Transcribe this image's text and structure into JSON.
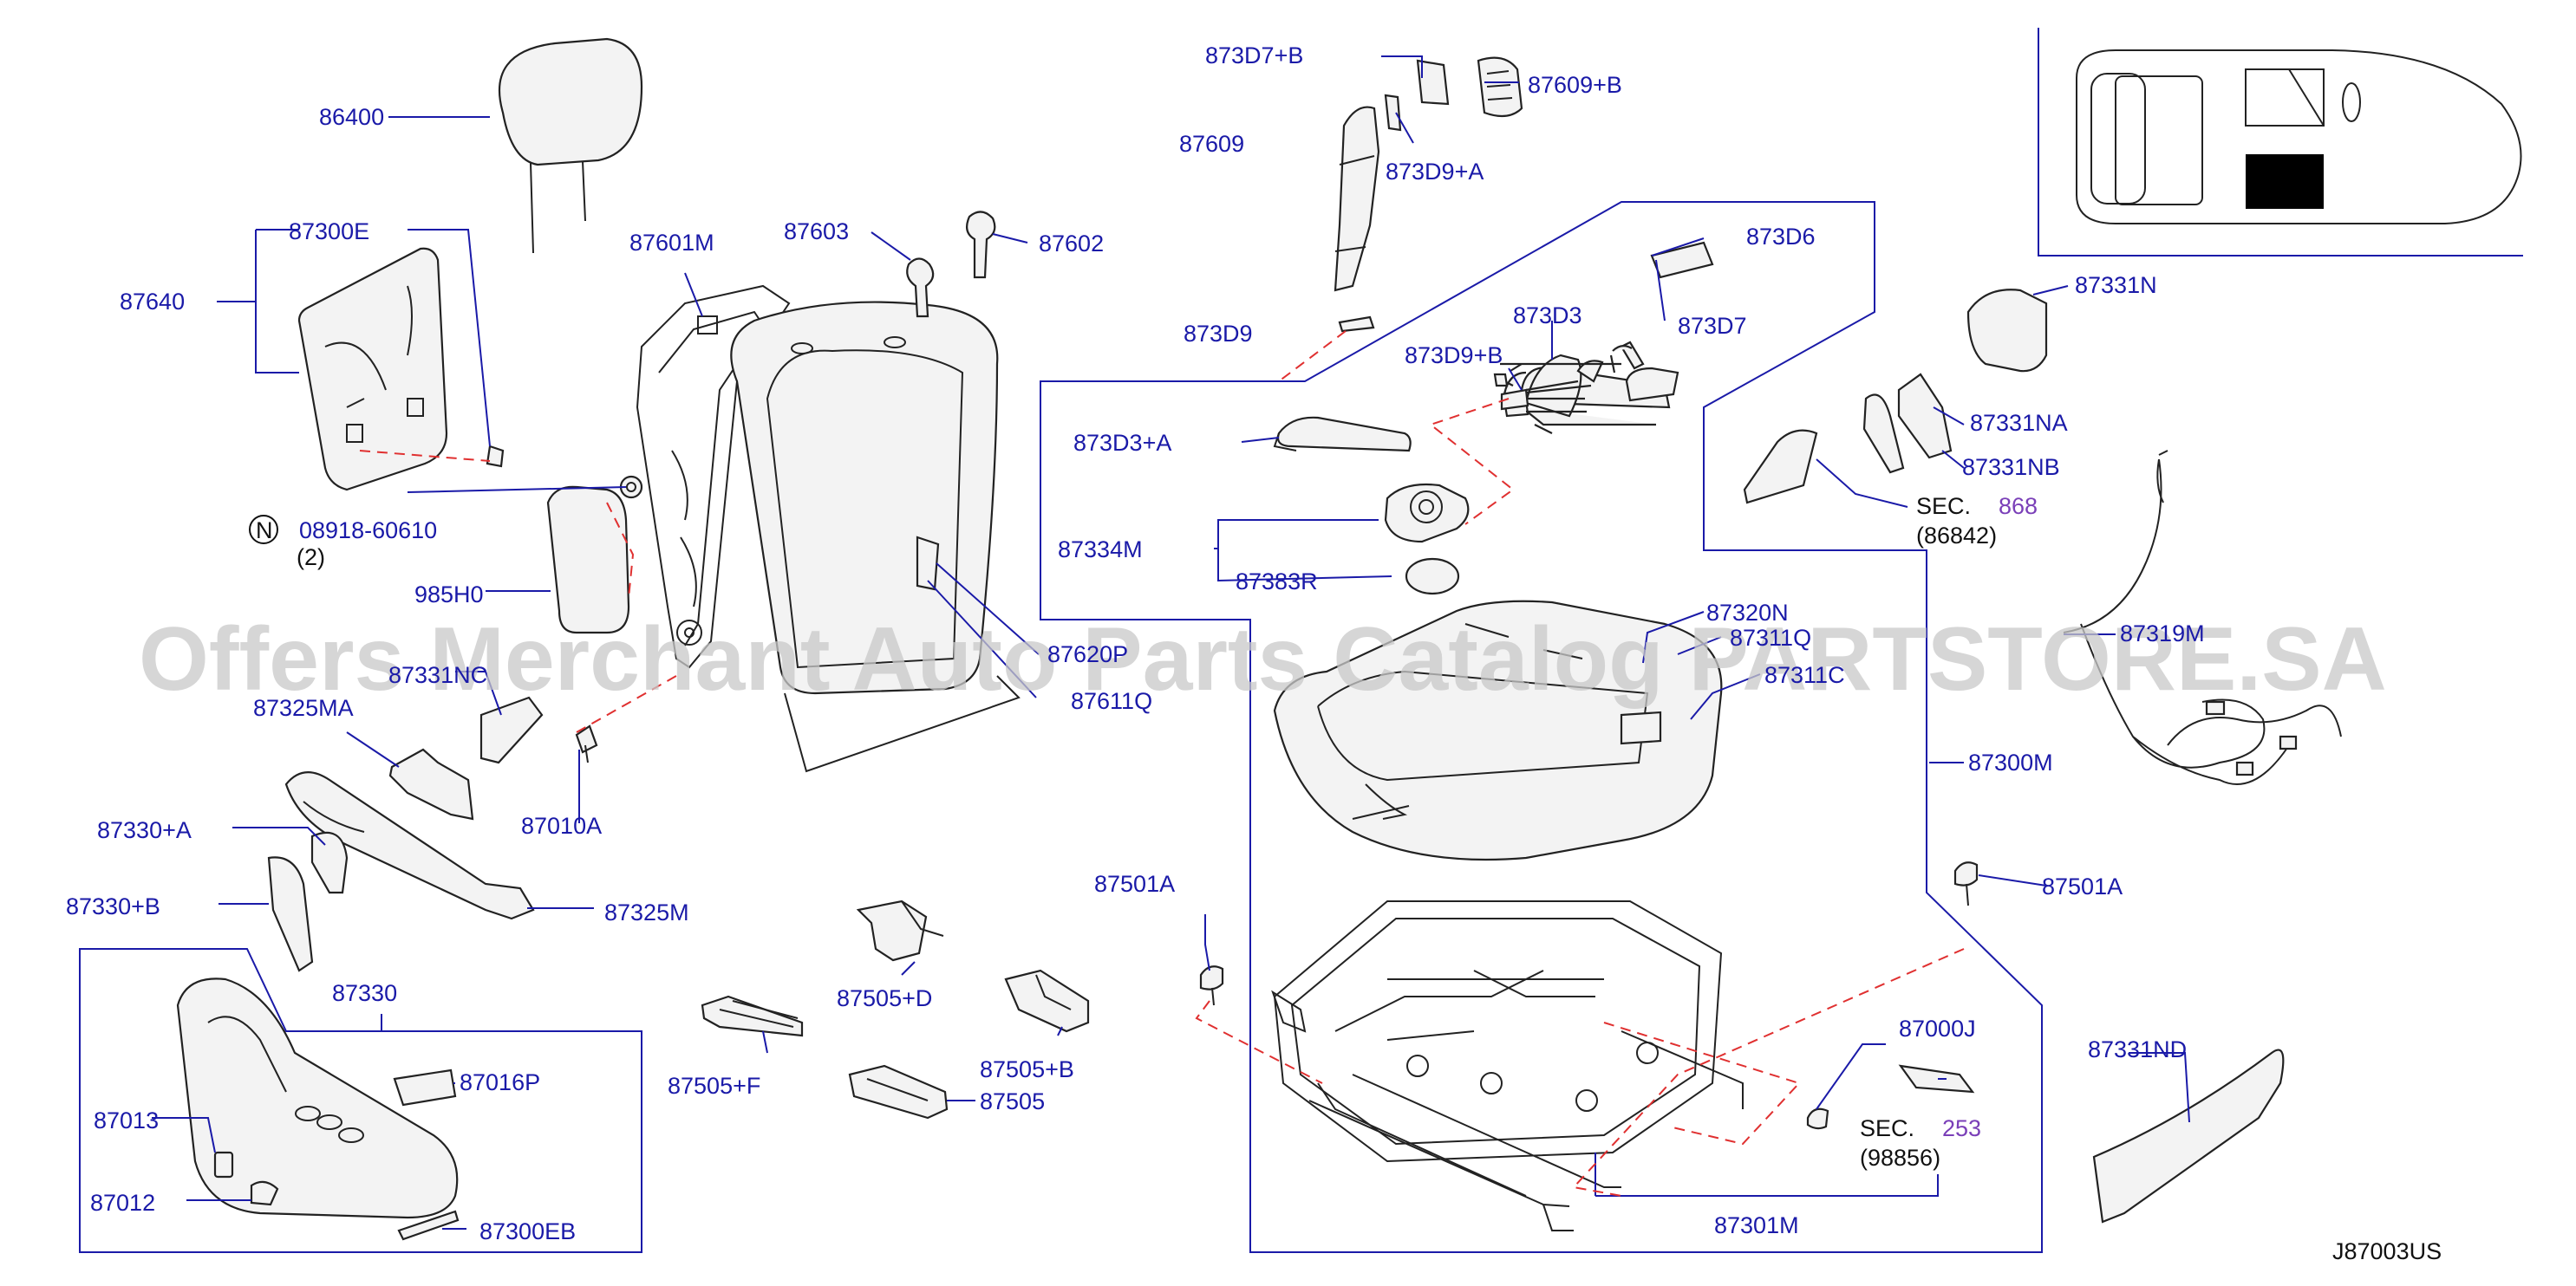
{
  "diagram_code": "J87003US",
  "watermark": "Offers Merchant Auto Parts Catalog PARTSTORE.SA",
  "callouts": {
    "c86400": "86400",
    "c87300E": "87300E",
    "c87640": "87640",
    "c08918": "08918-60610",
    "c08918_qty": "(2)",
    "c08918_symbol": "N",
    "c985H0": "985H0",
    "c87601M": "87601M",
    "c87603": "87603",
    "c87602": "87602",
    "c87331NC": "87331NC",
    "c87325MA": "87325MA",
    "c87010A": "87010A",
    "c87330A": "87330+A",
    "c87330B": "87330+B",
    "c87325M": "87325M",
    "c87330": "87330",
    "c87016P": "87016P",
    "c87013": "87013",
    "c87012": "87012",
    "c87300EB": "87300EB",
    "c87620P": "87620P",
    "c87611Q": "87611Q",
    "c873D7B": "873D7+B",
    "c87609B": "87609+B",
    "c87609": "87609",
    "c873D9A": "873D9+A",
    "c873D9": "873D9",
    "c873D6": "873D6",
    "c873D3": "873D3",
    "c873D7": "873D7",
    "c873D9B": "873D9+B",
    "c873D3A": "873D3+A",
    "c87334M": "87334M",
    "c87383R": "87383R",
    "c87320N": "87320N",
    "c87311Q": "87311Q",
    "c87311C": "87311C",
    "c87501A_l": "87501A",
    "c87505D": "87505+D",
    "c87505B": "87505+B",
    "c87505F": "87505+F",
    "c87505": "87505",
    "c87000J": "87000J",
    "c87301M": "87301M",
    "c87331N": "87331N",
    "c87331NA": "87331NA",
    "c87331NB": "87331NB",
    "c87319M": "87319M",
    "c87300M": "87300M",
    "c87501A_r": "87501A",
    "c87331ND": "87331ND"
  },
  "sec_refs": {
    "sec868_prefix": "SEC.",
    "sec868_num": "868",
    "sec868_sub": "(86842)",
    "sec253_prefix": "SEC.",
    "sec253_num": "253",
    "sec253_sub": "(98856)"
  },
  "colors": {
    "label": "#1a1aa8",
    "leader": "#1a1aa8",
    "dashed": "#e03030",
    "section_ref": "#7a3fb8",
    "line_art": "#222222"
  }
}
